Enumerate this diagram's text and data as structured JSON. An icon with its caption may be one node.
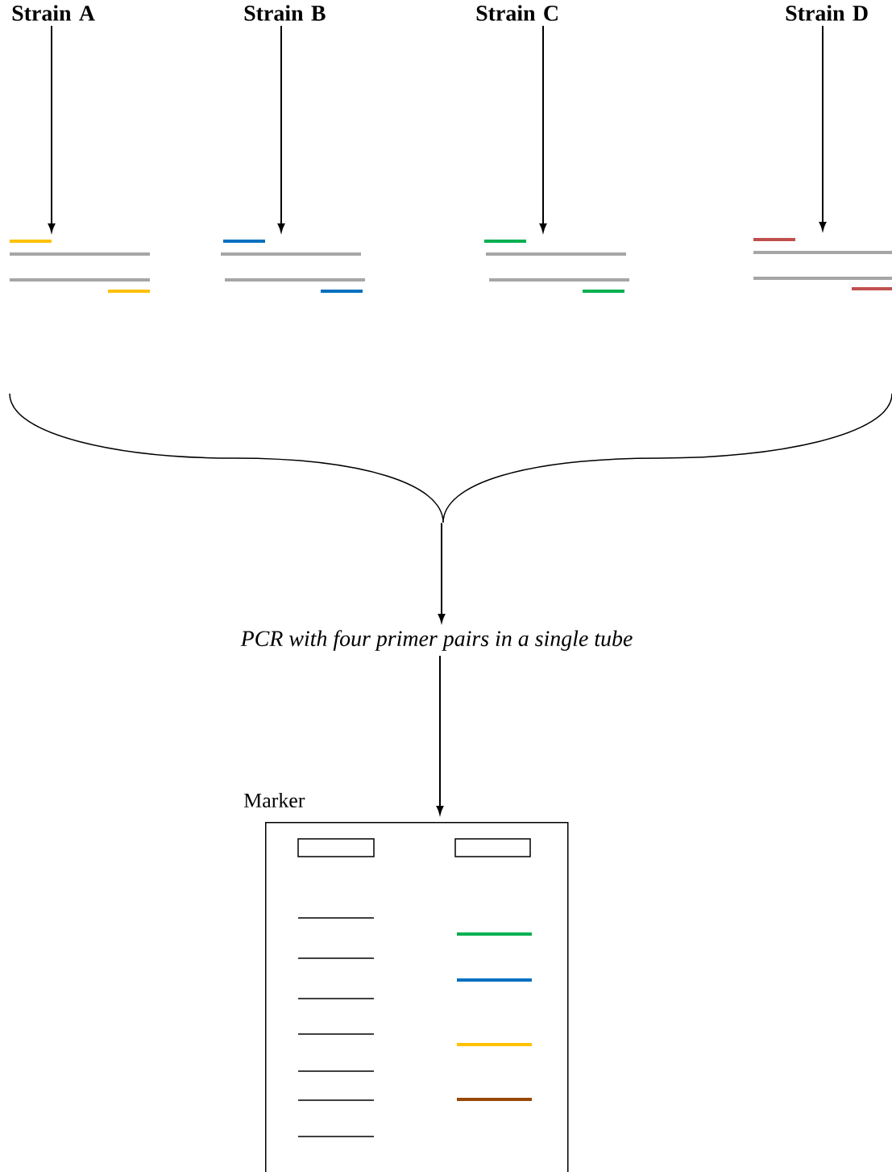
{
  "diagram": {
    "nodes": [
      {
        "text": [
          "Strain A"
        ]
      },
      {
        "text": [
          "Strain B"
        ]
      },
      {
        "text": [
          "Strain C"
        ]
      },
      {
        "text": [
          "Strain D"
        ]
      },
      {
        "text": [],
        "shape": "picture"
      },
      {
        "text": [],
        "shape": "picture"
      },
      {
        "text": [],
        "shape": "picture"
      },
      {
        "text": [],
        "shape": "picture"
      },
      {
        "text": [],
        "shape": "brace"
      },
      {
        "text": [
          "PCR with four primer pairs in a single tube"
        ]
      },
      {
        "text": [],
        "shape": "box"
      }
    ],
    "edges": [
      {
        "from": 0,
        "to": 4,
        "arrow": "to"
      },
      {
        "from": 1,
        "to": 5,
        "arrow": "to"
      },
      {
        "from": 2,
        "to": 6,
        "arrow": "to"
      },
      {
        "from": 3,
        "to": 7,
        "arrow": "to"
      },
      {
        "from": 8,
        "to": 9,
        "arrow": "to"
      },
      {
        "from": 9,
        "to": 10,
        "arrow": "to"
      }
    ],
    "labels": [
      "Marker"
    ]
  }
}
